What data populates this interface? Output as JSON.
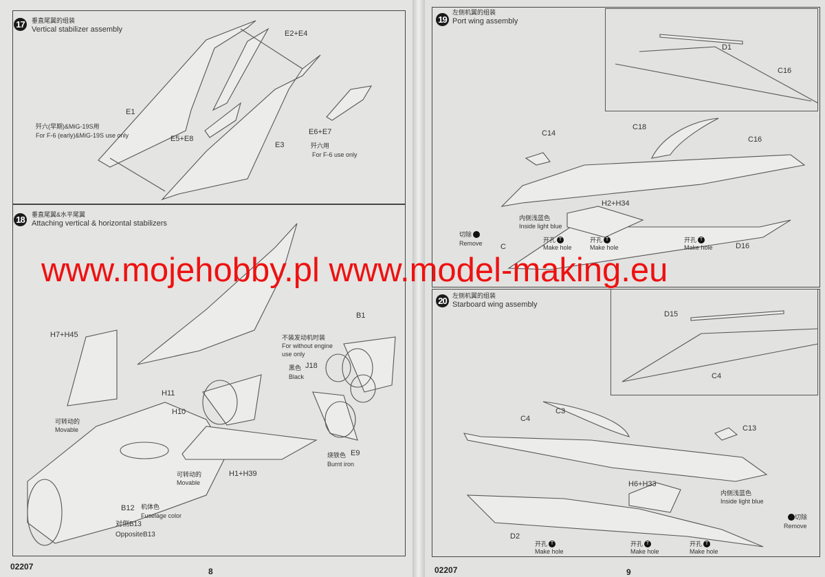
{
  "manual": {
    "left_page": {
      "code": "02207",
      "page_number": "8"
    },
    "right_page": {
      "code": "02207",
      "page_number": "9"
    }
  },
  "watermark": "www.mojehobby.pl www.model-making.eu",
  "step17": {
    "number": "17",
    "title_zh": "垂直尾翼的组装",
    "title_en": "Vertical stabilizer assembly",
    "parts": {
      "e2e4": "E2+E4",
      "e1": "E1",
      "e5e8": "E5+E8",
      "e3": "E3",
      "e6e7": "E6+E7"
    },
    "note_early_zh": "歼六(早期)&MiG-19S用",
    "note_early_en": "For F-6 (early)&MiG-19S use only",
    "note_f6_zh": "歼六用",
    "note_f6_en": "For F-6 use only"
  },
  "step18": {
    "number": "18",
    "title_zh": "垂直尾翼&水平尾翼",
    "title_en": "Attaching vertical & horizontal stabilizers",
    "parts": {
      "h7h45": "H7+H45",
      "b1": "B1",
      "h11": "H11",
      "h10": "H10",
      "h1h39": "H1+H39",
      "j18": "J18",
      "e9": "E9",
      "b12": "B12",
      "b13": "对侧B13",
      "b13_en": "OppositeB13"
    },
    "engine_note_zh": "不装发动机时装",
    "engine_note_en1": "For without engine",
    "engine_note_en2": "use only",
    "black_zh": "黑色",
    "black_en": "Black",
    "burnt_iron_zh": "烧铁色",
    "burnt_iron_en": "Burnt iron",
    "fuselage_zh": "机体色",
    "fuselage_en": "Fuselage color",
    "movable_zh": "可转动的",
    "movable_en": "Movable"
  },
  "step19": {
    "number": "19",
    "title_zh": "左侧机翼的组装",
    "title_en": "Port wing assembly",
    "parts": {
      "d1": "D1",
      "c16_inset": "C16",
      "c14": "C14",
      "c18": "C18",
      "c16": "C16",
      "h2h34": "H2+H34",
      "d16": "D16",
      "c_hidden": "C"
    },
    "inside_zh": "内侧浅蓝色",
    "inside_en": "Inside light blue",
    "remove_zh": "切除",
    "remove_en": "Remove",
    "make_hole_zh": "开孔",
    "make_hole_en": "Make hole",
    "hole_icon": "T"
  },
  "step20": {
    "number": "20",
    "title_zh": "左侧机翼的组装",
    "title_en": "Starboard wing assembly",
    "parts": {
      "d15": "D15",
      "c4_inset": "C4",
      "c3": "C3",
      "c4": "C4",
      "c13": "C13",
      "h6h33": "H6+H33",
      "d2": "D2"
    },
    "inside_zh": "内侧浅蓝色",
    "inside_en": "Inside light blue",
    "remove_zh": "切除",
    "remove_en": "Remove",
    "make_hole_zh": "开孔",
    "make_hole_en": "Make hole",
    "hole_icon": "T"
  },
  "colors": {
    "watermark": "#ee1111",
    "paper": "#e4e4e2",
    "ink": "#333333"
  }
}
